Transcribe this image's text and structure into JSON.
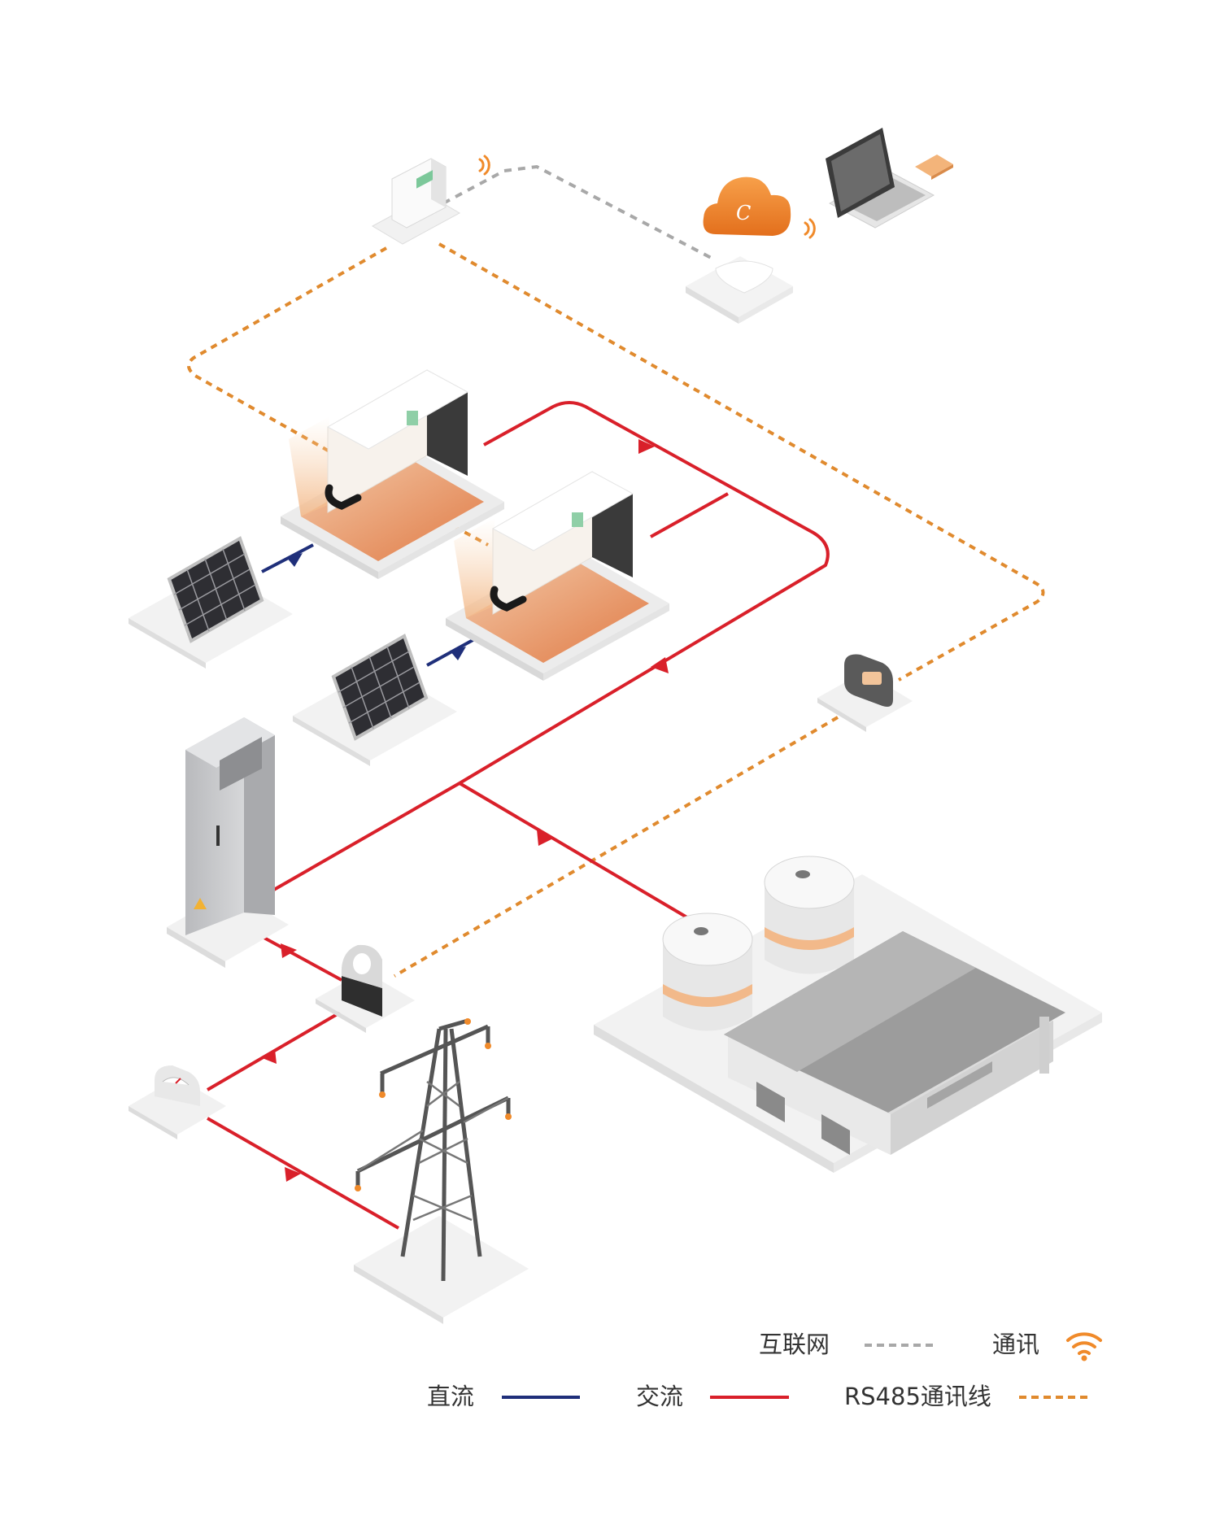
{
  "colors": {
    "dc": "#1f2f7a",
    "ac": "#d9202a",
    "rs485": "#e08a2e",
    "internet": "#a8a8a8",
    "cloud": "#f08a2a",
    "inverter_panel": "#3a3a3a",
    "cabinet": "#c8c8ca"
  },
  "icons": {
    "cloud": "cloud-icon",
    "wifi": "wifi-icon"
  },
  "legend": {
    "internet": "互联网",
    "communication": "通讯",
    "dc": "直流",
    "ac": "交流",
    "rs485": "RS485通讯线"
  }
}
